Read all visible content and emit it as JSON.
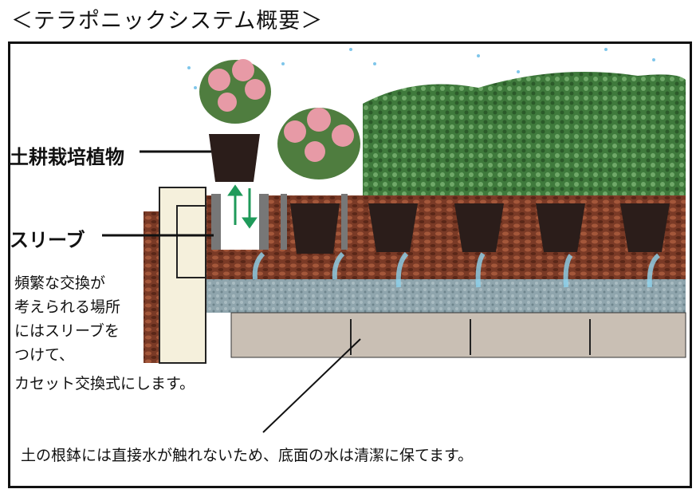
{
  "title": "＜テラポニックシステム概要＞",
  "labels": {
    "plant": "土耕栽培植物",
    "sleeve": "スリーブ",
    "note_lines": [
      "頻繁な交換が",
      "考えられる場所",
      "にはスリーブを",
      "つけて、",
      "カセット交換式にします。"
    ],
    "bottom_note": "土の根鉢には直接水が触れないため、底面の水は清潔に保てます。"
  },
  "colors": {
    "soil": "#7a3a26",
    "water": "#8fa5ad",
    "tray": "#c9bfb4",
    "foliage": "#3f7a3c",
    "flower": "#e79aa6",
    "arrow": "#1f9a5a"
  }
}
